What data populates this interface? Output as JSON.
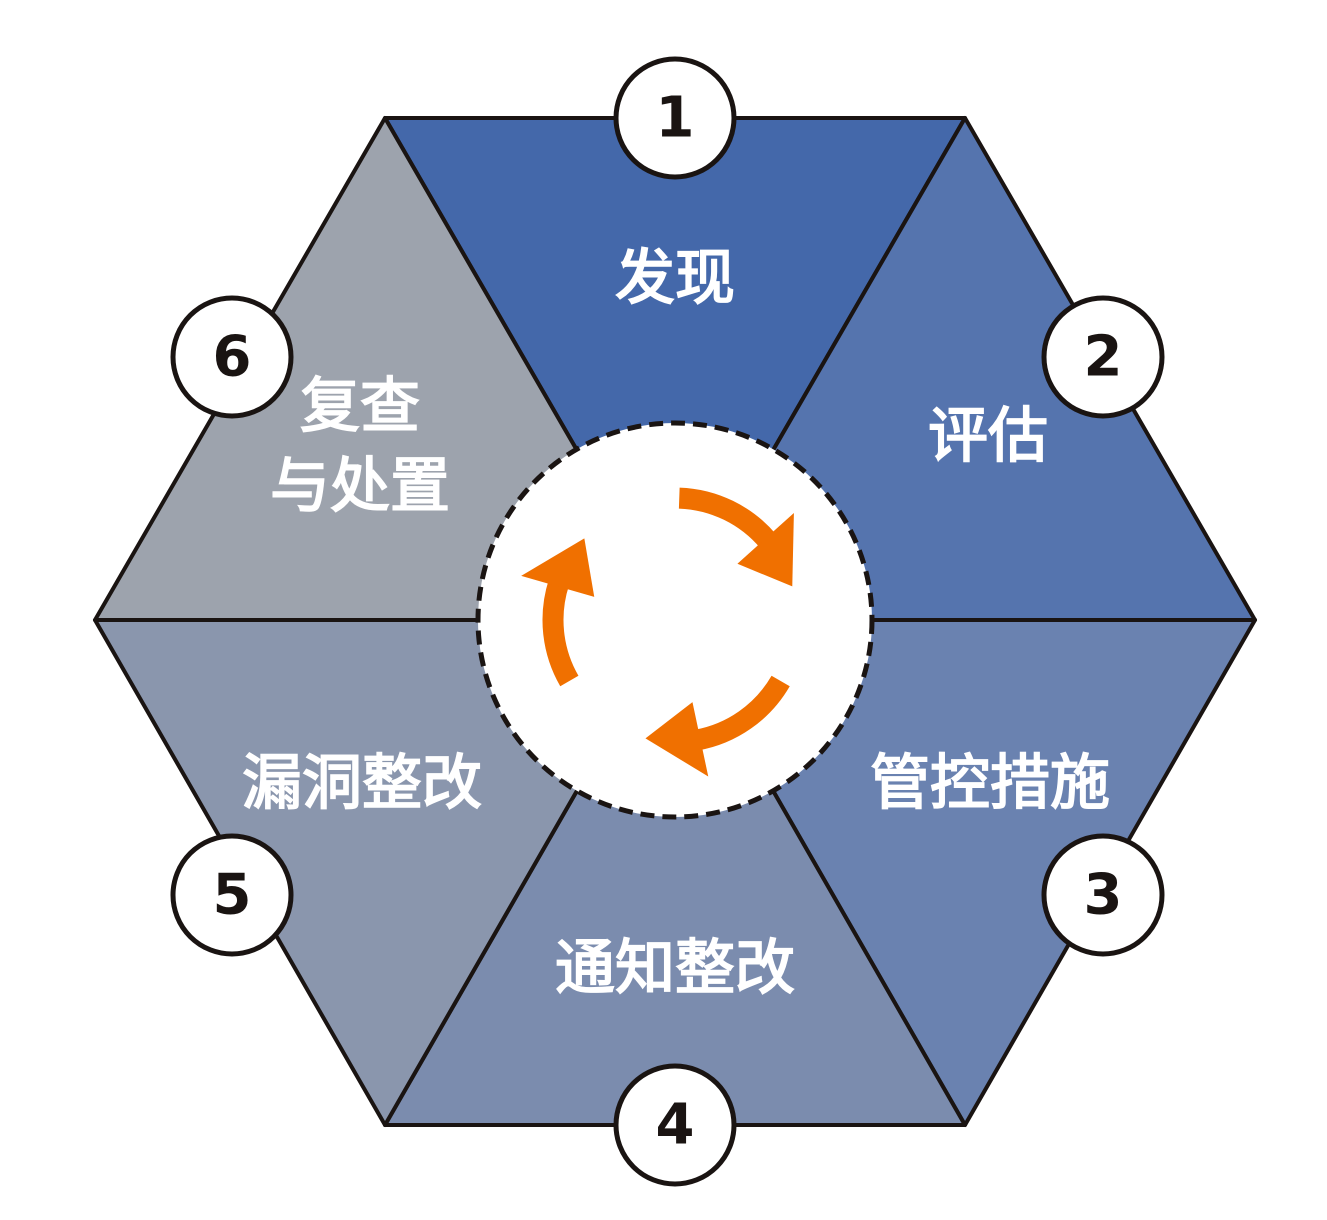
{
  "steps": [
    {
      "number": "1",
      "label": "发现",
      "color": "#4468aa"
    },
    {
      "number": "2",
      "label": "评估",
      "color": "#5574ae"
    },
    {
      "number": "3",
      "label": "管控措施",
      "color": "#6a82b0"
    },
    {
      "number": "4",
      "label": "通知整改",
      "color": "#7b8cae"
    },
    {
      "number": "5",
      "label": "漏洞整改",
      "color": "#8a96ad"
    },
    {
      "number": "6",
      "label_line1": "复查",
      "label_line2": "与处置",
      "color": "#9da3ad"
    }
  ],
  "arrow_color": "#f07000",
  "outline_color": "#1a1412"
}
